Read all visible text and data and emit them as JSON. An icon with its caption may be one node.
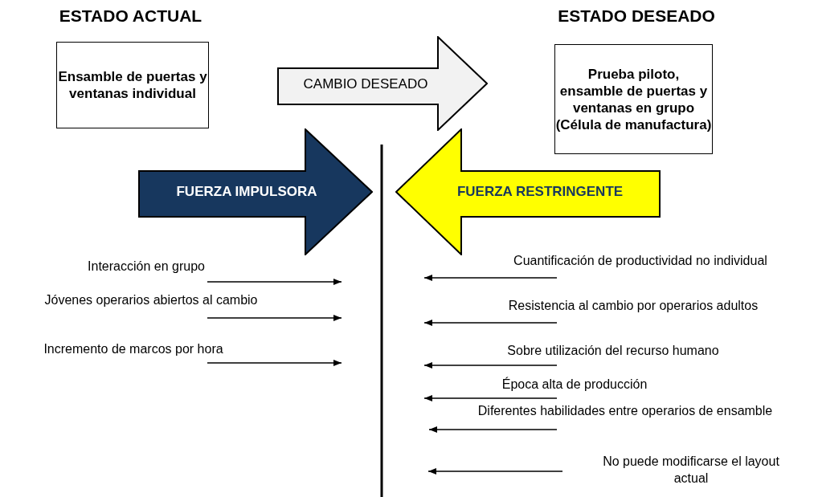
{
  "diagram": {
    "nodes": [
      {
        "text": [
          "ESTADO ACTUAL",
          "Ensamble de puertas y ventanas individual"
        ]
      },
      {
        "text": [
          "CAMBIO DESEADO"
        ]
      },
      {
        "text": [
          "ESTADO DESEADO",
          "Prueba piloto, ensamble de puertas y ventanas en grupo (Célula de manufactura)"
        ]
      },
      {
        "text": [
          "FUERZA IMPULSORA"
        ]
      },
      {
        "text": [
          "FUERZA RESTRINGENTE"
        ]
      },
      {
        "text": [
          "Interacción en grupo"
        ]
      },
      {
        "text": [
          "Jóvenes operarios abiertos al cambio"
        ]
      },
      {
        "text": [
          "Incremento de marcos por hora"
        ]
      },
      {
        "text": [
          "Cuantificación de productividad no individual"
        ]
      },
      {
        "text": [
          "Resistencia al cambio por operarios adultos"
        ]
      },
      {
        "text": [
          "Sobre utilización del recurso humano"
        ]
      },
      {
        "text": [
          "Época alta de producción"
        ]
      },
      {
        "text": [
          "Diferentes habilidades entre operarios de ensamble"
        ]
      },
      {
        "text": [
          "No puede modificarse el layout actual"
        ]
      }
    ],
    "edges": [
      {
        "from": 5,
        "to": null,
        "arrow": "to"
      },
      {
        "from": 6,
        "to": null,
        "arrow": "to"
      },
      {
        "from": 7,
        "to": null,
        "arrow": "to"
      },
      {
        "from": 8,
        "to": null,
        "arrow": "to"
      },
      {
        "from": 9,
        "to": null,
        "arrow": "to"
      },
      {
        "from": 10,
        "to": null,
        "arrow": "to"
      },
      {
        "from": 11,
        "to": null,
        "arrow": "to"
      },
      {
        "from": 12,
        "to": null,
        "arrow": "to"
      },
      {
        "from": 13,
        "to": null,
        "arrow": "to"
      }
    ]
  }
}
